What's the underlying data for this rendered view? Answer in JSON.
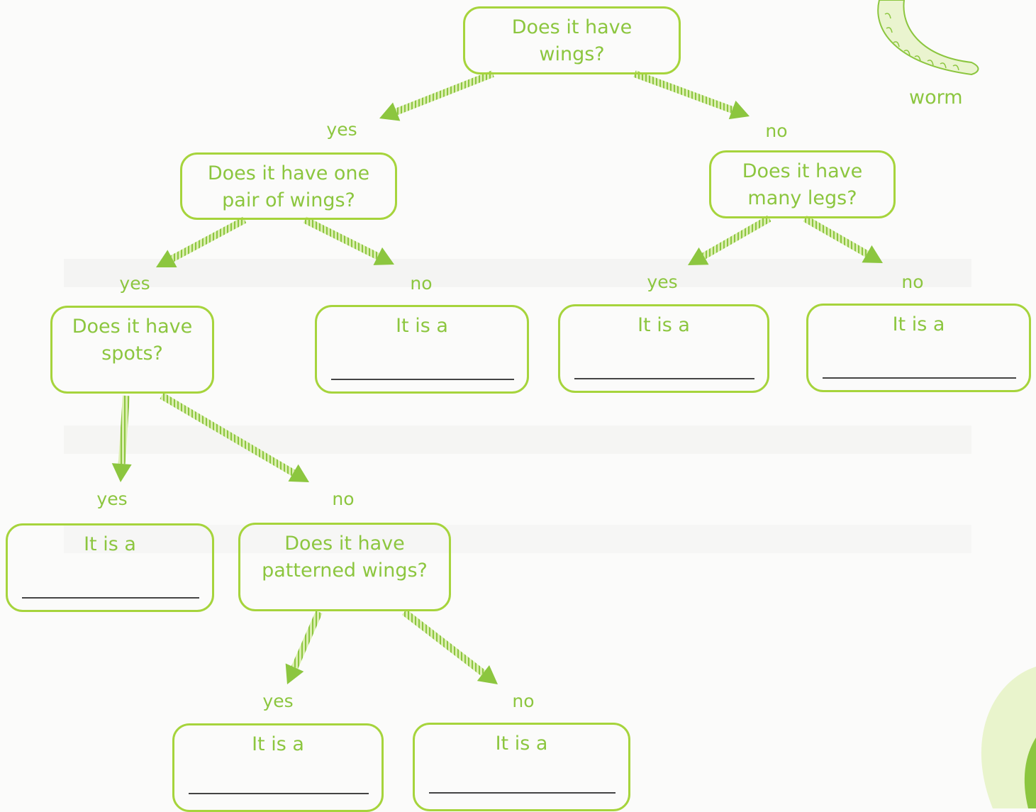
{
  "colors": {
    "accent": "#8cc63f",
    "border": "#a6d43c",
    "line": "#444444"
  },
  "image": {
    "icon": "worm-icon",
    "caption": "worm"
  },
  "nodes": {
    "n1": "Does it have wings?",
    "n2": "Does it have one pair of wings?",
    "n3": "Does it have many legs?",
    "n4": "Does it have spots?",
    "n5": "Does it have patterned wings?",
    "b1": "It is a",
    "b2": "It is a",
    "b3": "It is a",
    "b4": "It is a",
    "b5": "It is a",
    "b6": "It is a"
  },
  "labels": {
    "l1": "yes",
    "l2": "no",
    "l3": "yes",
    "l4": "no",
    "l5": "yes",
    "l6": "no",
    "l7": "yes",
    "l8": "no",
    "l9": "yes",
    "l10": "no"
  }
}
